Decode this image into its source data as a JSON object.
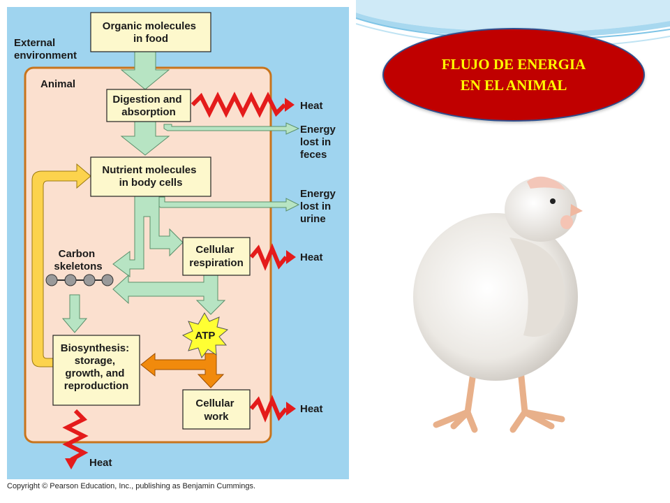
{
  "title": {
    "line1": "FLUJO  DE  ENERGIA",
    "line2": "EN EL ANIMAL"
  },
  "diagram": {
    "external_environment": [
      "External",
      "environment"
    ],
    "animal": "Animal",
    "boxes": {
      "organic": [
        "Organic molecules",
        "in food"
      ],
      "digestion": [
        "Digestion and",
        "absorption"
      ],
      "nutrient": [
        "Nutrient molecules",
        "in body cells"
      ],
      "respiration": [
        "Cellular",
        "respiration"
      ],
      "biosynthesis": [
        "Biosynthesis:",
        "storage,",
        "growth, and",
        "reproduction"
      ],
      "work": [
        "Cellular",
        "work"
      ]
    },
    "carbon_skeletons": [
      "Carbon",
      "skeletons"
    ],
    "atp": "ATP",
    "heat_labels": [
      "Heat",
      "Heat",
      "Heat",
      "Heat"
    ],
    "energy_feces": [
      "Energy",
      "lost in",
      "feces"
    ],
    "energy_urine": [
      "Energy",
      "lost in",
      "urine"
    ],
    "copyright": "Copyright © Pearson Education, Inc., publishing as Benjamin Cummings.",
    "colors": {
      "panel": "#9fd4ef",
      "animal_fill": "#fbe0cf",
      "animal_border": "#c8741c",
      "box_fill": "#fdf8cc",
      "arrow_green": "#b7e4c3",
      "arrow_yellow": "#fcd34d",
      "arrow_orange": "#f18a0c",
      "heat_red": "#e41b1b",
      "atp_yellow": "#ffff33"
    }
  },
  "image": {
    "subject": "white chicken photo"
  }
}
